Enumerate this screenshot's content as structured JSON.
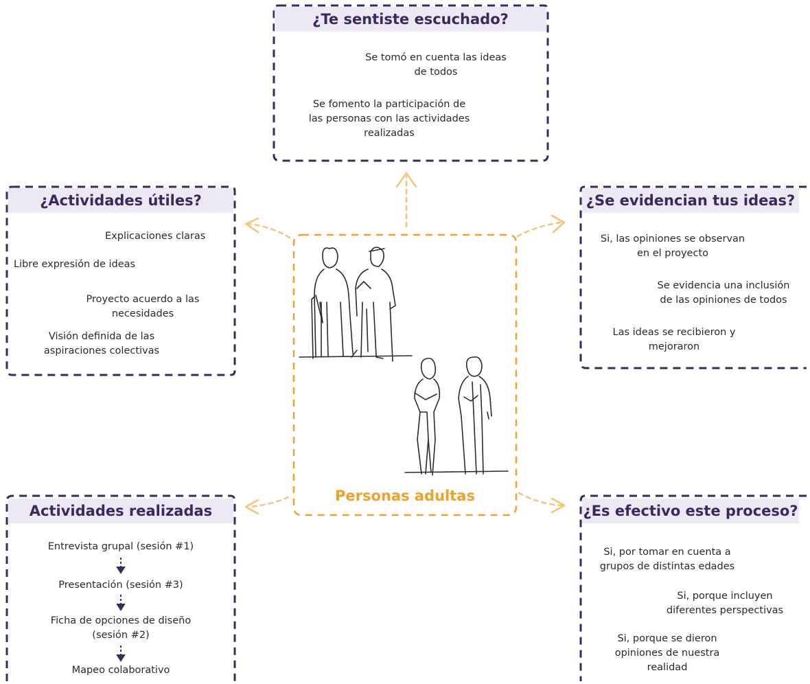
{
  "center": {
    "label": "Personas adultas"
  },
  "top_box": {
    "title": "¿Te sentiste escuchado?",
    "items": [
      [
        "Se tomó en cuenta las ideas",
        "de todos"
      ],
      [
        "Se fomento la participación de",
        "las personas con las actividades",
        "realizadas"
      ]
    ]
  },
  "left_box": {
    "title": "¿Actividades útiles?",
    "items": [
      [
        "Explicaciones claras"
      ],
      [
        "Libre expresión de ideas"
      ],
      [
        "Proyecto acuerdo a las",
        "necesidades"
      ],
      [
        "Visión definida de las",
        "aspiraciones colectivas"
      ]
    ]
  },
  "right_box": {
    "title": "¿Se evidencian tus ideas?",
    "items": [
      [
        "Si, las opiniones se observan",
        "en el proyecto"
      ],
      [
        "Se evidencia una inclusión",
        "de las opiniones de todos"
      ],
      [
        "Las ideas se recibieron y",
        "mejoraron"
      ]
    ]
  },
  "bottom_left_box": {
    "title": "Actividades realizadas",
    "steps": [
      [
        "Entrevista grupal (sesión #1)"
      ],
      [
        "Presentación (sesión #3)"
      ],
      [
        "Ficha de opciones de diseño",
        "(sesión #2)"
      ],
      [
        "Mapeo colaborativo"
      ]
    ]
  },
  "bottom_right_box": {
    "title": "¿Es efectivo este proceso?",
    "items": [
      [
        "Si, por tomar en cuenta a",
        "grupos de distintas edades"
      ],
      [
        "Si, porque incluyen",
        "diferentes perspectivas"
      ],
      [
        "Si, porque se dieron",
        "opiniones de nuestra",
        "realidad"
      ]
    ]
  },
  "colors": {
    "purple": "#3a2a5c",
    "orange": "#f0a12a",
    "title_bg": "#ece8f4"
  },
  "icons": [
    "elderly-couple-illustration",
    "adult-couple-illustration"
  ]
}
